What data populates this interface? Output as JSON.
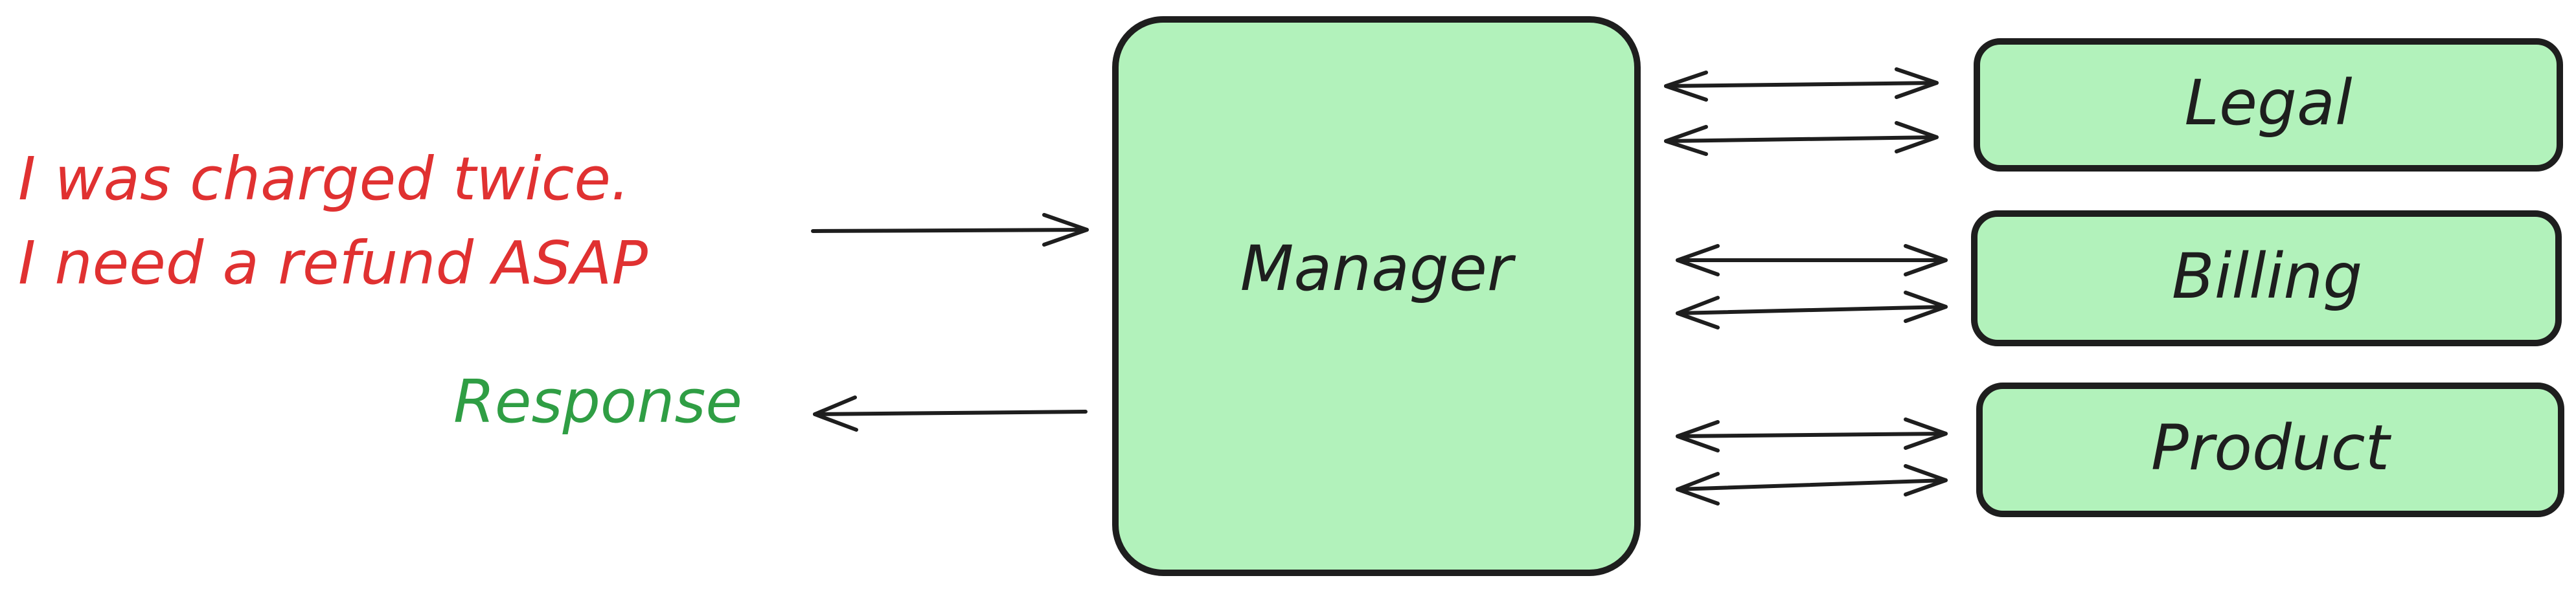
{
  "request": {
    "line1": "I was charged twice.",
    "line2": "I need a refund ASAP",
    "color": "#e03131"
  },
  "response": {
    "label": "Response",
    "color": "#2f9e44"
  },
  "manager": {
    "label": "Manager"
  },
  "departments": [
    {
      "label": "Legal"
    },
    {
      "label": "Billing"
    },
    {
      "label": "Product"
    }
  ],
  "colors": {
    "box_fill": "#b2f2bb",
    "stroke": "#1e1e1e"
  }
}
